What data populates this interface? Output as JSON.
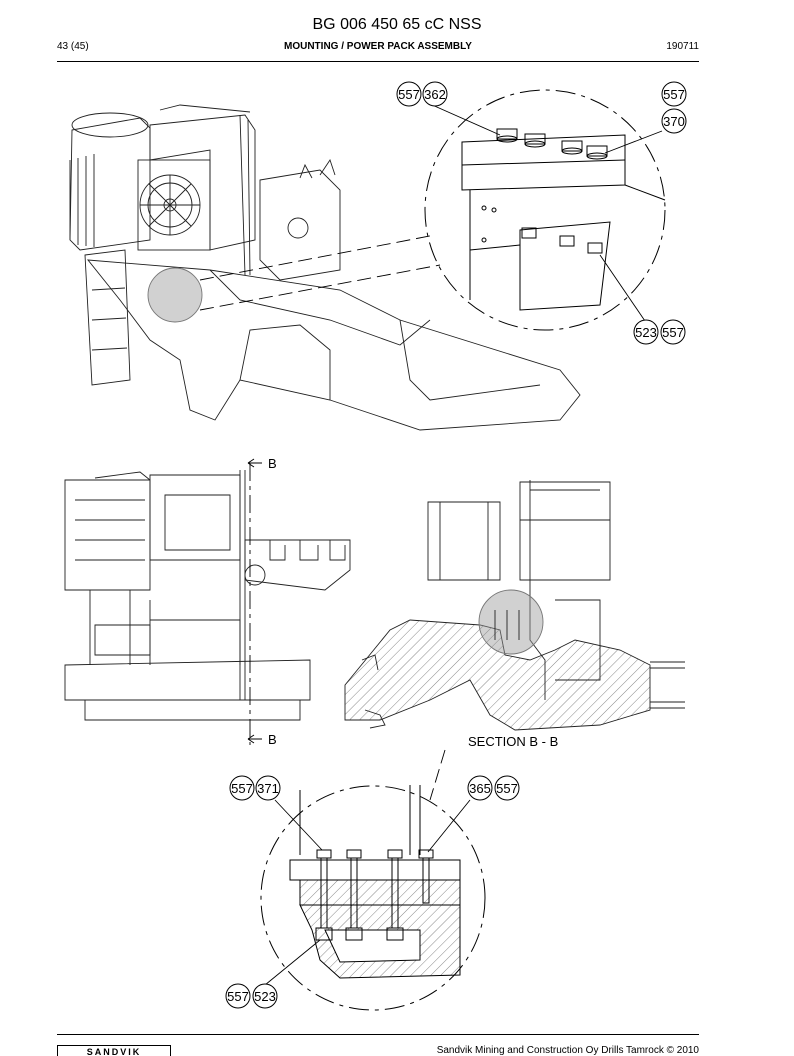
{
  "header": {
    "title": "BG 006 450 65 cC NSS",
    "page": "43 (45)",
    "section": "MOUNTING / POWER PACK ASSEMBLY",
    "code": "190711"
  },
  "callouts": {
    "top_a": "557",
    "top_b": "362",
    "top_c": "557",
    "top_d": "370",
    "top_e": "523",
    "top_f": "557",
    "bot_a": "557",
    "bot_b": "371",
    "bot_c": "365",
    "bot_d": "557",
    "bot_e": "557",
    "bot_f": "523"
  },
  "labels": {
    "b_top": "B",
    "b_bottom": "B",
    "section": "SECTION B - B"
  },
  "footer": {
    "logo": "SANDVIK",
    "text": "Sandvik Mining and Construction Oy Drills Tamrock © 2010"
  }
}
